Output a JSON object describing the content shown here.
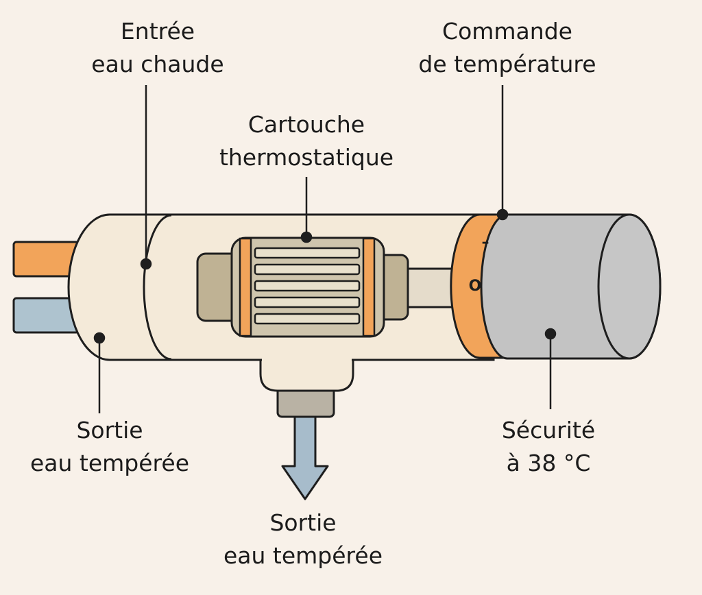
{
  "labels": {
    "hot_inlet": [
      "Entrée",
      "eau chaude"
    ],
    "temp_control": [
      "Commande",
      "de température"
    ],
    "cartridge": [
      "Cartouche",
      "thermostatique"
    ],
    "outlet_left": [
      "Sortie",
      "eau tempérée"
    ],
    "safety": [
      "Sécurité",
      "à 38 °C"
    ],
    "outlet_bottom": [
      "Sortie",
      "eau tempérée"
    ]
  },
  "knob_marks": [
    "–",
    "O"
  ],
  "colors": {
    "background": "#f8f1e9",
    "body": "#f4ead9",
    "outline": "#1e1e1e",
    "orange": "#f2a45a",
    "blue_pipe": "#aec3cf",
    "cartridge": "#cfc5ad",
    "cartridge_dark": "#bfb294",
    "knob_grey": "#c3c3c3",
    "arrow_blue": "#a7bccb"
  }
}
